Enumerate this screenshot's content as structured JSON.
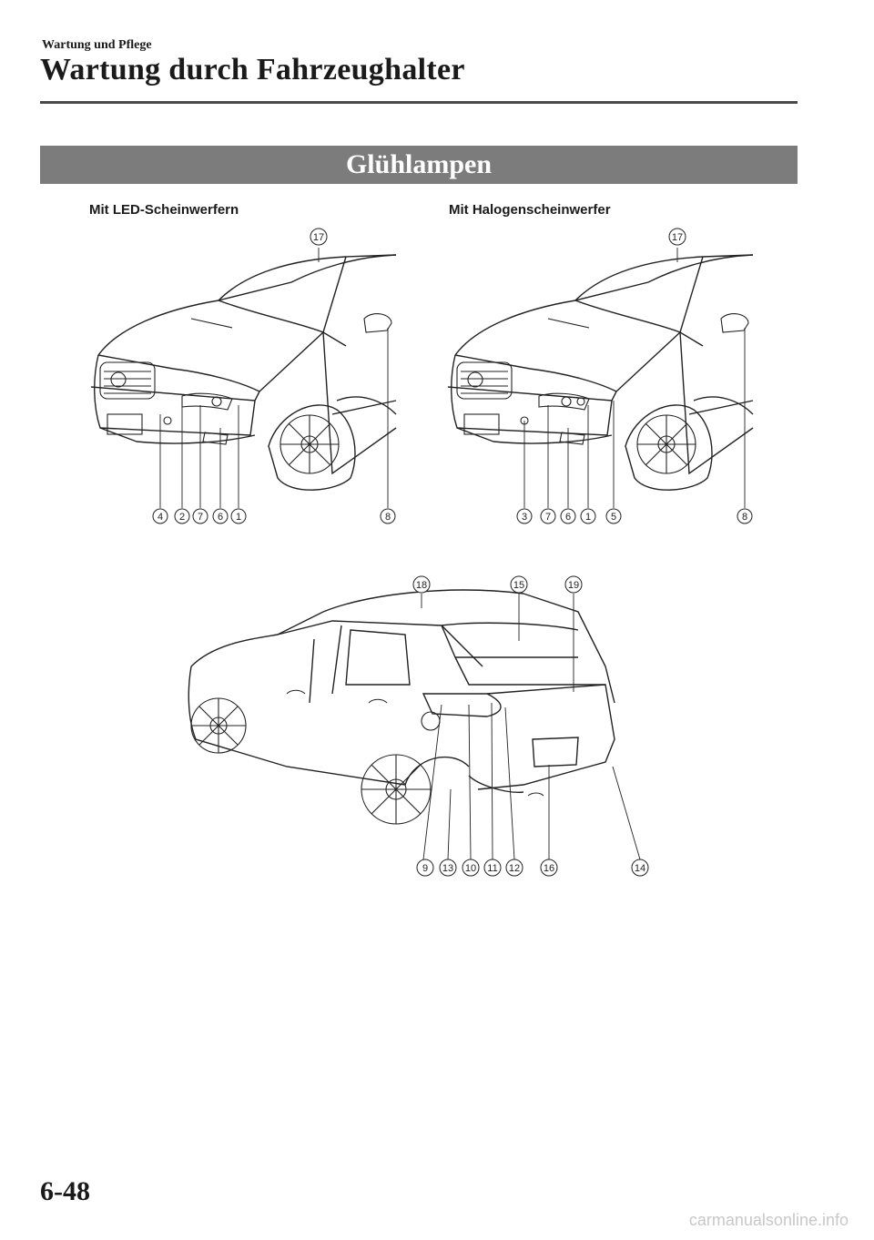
{
  "header": {
    "section": "Wartung und Pflege",
    "title": "Wartung durch Fahrzeughalter"
  },
  "banner": {
    "title": "Glühlampen"
  },
  "figures": {
    "led": {
      "label": "Mit LED-Scheinwerfern",
      "callouts_bottom": [
        "4",
        "2",
        "7",
        "6",
        "1"
      ],
      "callout_mirror": "8",
      "callout_top": "17"
    },
    "halogen": {
      "label": "Mit Halogenscheinwerfer",
      "callouts_bottom": [
        "3",
        "7",
        "6",
        "1",
        "5"
      ],
      "callout_mirror": "8",
      "callout_top": "17"
    },
    "rear": {
      "callouts_top": [
        "18",
        "15",
        "19"
      ],
      "callouts_bottom": [
        "9",
        "13",
        "10",
        "11",
        "12",
        "16"
      ],
      "callout_right": "14"
    }
  },
  "footer": {
    "page_number": "6-48",
    "url": "carmanualsonline.info"
  }
}
